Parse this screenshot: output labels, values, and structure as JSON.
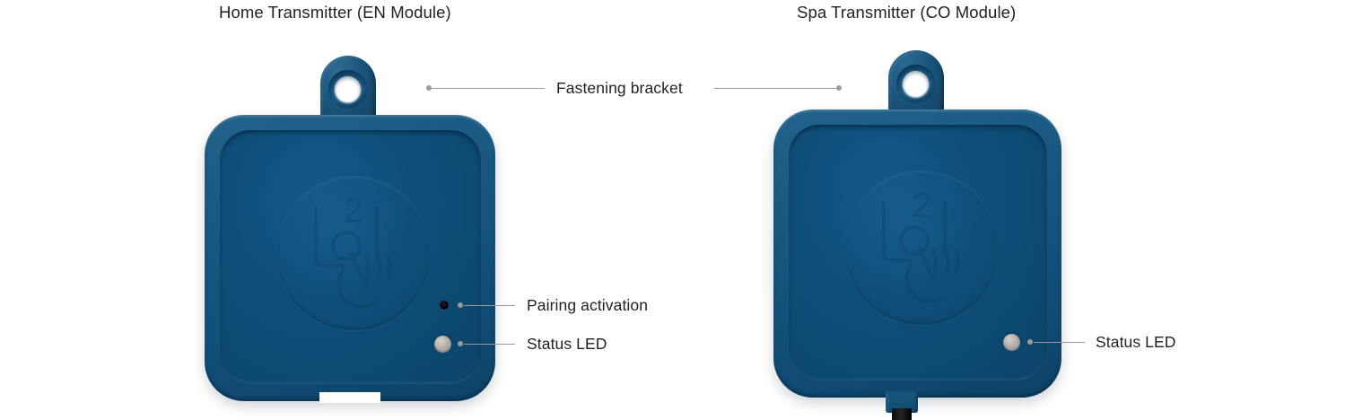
{
  "figure": {
    "background_color": "#ffffff",
    "label_color": "#231f20",
    "leader_color": "#9b9b9b",
    "device_body_color": "#12507a",
    "device_rim_color": "#1b5b85",
    "device_face_color": "#0e4e78",
    "status_led_color": "#b5aca6",
    "pairing_hole_color": "#000000",
    "cable_color": "#121212"
  },
  "devices": [
    {
      "id": "home-transmitter",
      "title": "Home Transmitter (EN Module)",
      "logo_name": "h2o-hand-emboss-logo",
      "features": [
        "fastening-bracket",
        "pairing-activation",
        "status-led",
        "bottom-notch"
      ]
    },
    {
      "id": "spa-transmitter",
      "title": "Spa Transmitter (CO Module)",
      "logo_name": "h2o-hand-emboss-logo",
      "features": [
        "fastening-bracket",
        "status-led",
        "cable"
      ]
    }
  ],
  "callouts": {
    "fastening_bracket": "Fastening bracket",
    "pairing_activation": "Pairing activation",
    "status_led_left": "Status LED",
    "status_led_right": "Status LED"
  }
}
